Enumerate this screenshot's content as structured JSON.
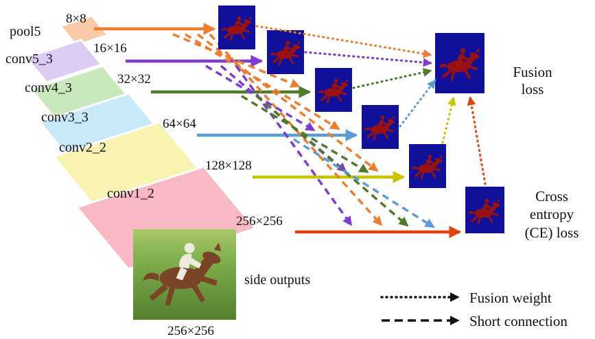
{
  "layers": [
    {
      "label": "pool5",
      "resolution": "8×8",
      "fill": "#F8CBA6",
      "arrow_color": "#ED7D31"
    },
    {
      "label": "conv5_3",
      "resolution": "16×16",
      "fill": "#DCCCF4",
      "arrow_color": "#7E3BD0"
    },
    {
      "label": "conv4_3",
      "resolution": "32×32",
      "fill": "#C9E8BE",
      "arrow_color": "#4E7B28"
    },
    {
      "label": "conv3_3",
      "resolution": "64×64",
      "fill": "#C8E9F7",
      "arrow_color": "#5B9BD5"
    },
    {
      "label": "conv2_2",
      "resolution": "128×128",
      "fill": "#F8F3B0",
      "arrow_color": "#C9C400"
    },
    {
      "label": "conv1_2",
      "resolution": "256×256",
      "fill": "#F8B8C4",
      "arrow_color": "#E6400D"
    }
  ],
  "maps": {
    "background": "#10109A",
    "silhouette": "#9A1111"
  },
  "annotations": {
    "side_outputs": "side outputs",
    "fusion_line1": "Fusion",
    "fusion_line2": "loss",
    "ce_line1": "Cross",
    "ce_line2": "entropy",
    "ce_line3": "(CE) loss",
    "input_caption": "256×256"
  },
  "legend": [
    {
      "style": "dotted",
      "label": "Fusion weight"
    },
    {
      "style": "dashed",
      "label": "Short connection"
    }
  ]
}
